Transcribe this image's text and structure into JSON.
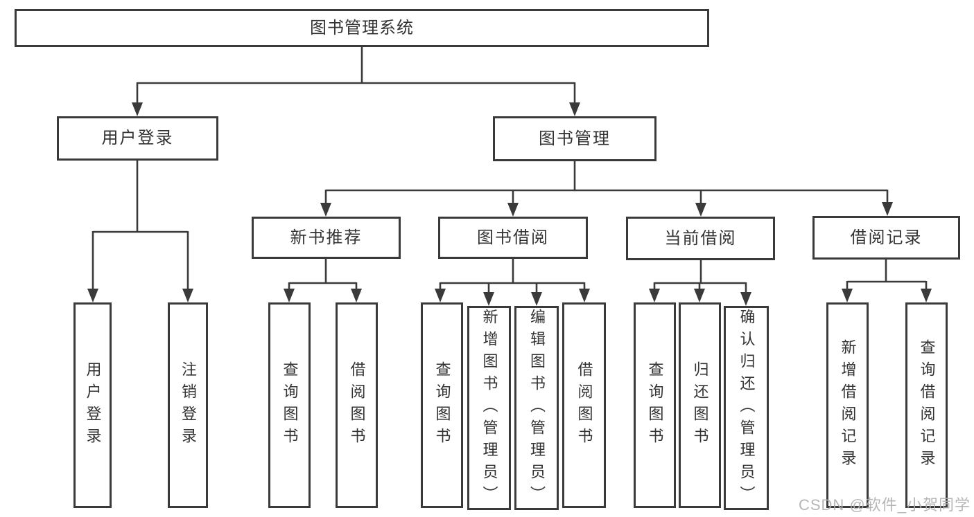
{
  "diagram": {
    "type": "hierarchy-tree",
    "root": {
      "label": "图书管理系统"
    },
    "level2": [
      {
        "id": "user-login",
        "label": "用户登录"
      },
      {
        "id": "book-management",
        "label": "图书管理"
      }
    ],
    "level3": [
      {
        "id": "new-book-recommend",
        "parent": "book-management",
        "label": "新书推荐"
      },
      {
        "id": "book-borrowing",
        "parent": "book-management",
        "label": "图书借阅"
      },
      {
        "id": "current-borrowing",
        "parent": "book-management",
        "label": "当前借阅"
      },
      {
        "id": "borrowing-records",
        "parent": "book-management",
        "label": "借阅记录"
      }
    ],
    "level4": [
      {
        "parent": "user-login",
        "label": "用户登录"
      },
      {
        "parent": "user-login",
        "label": "注销登录"
      },
      {
        "parent": "new-book-recommend",
        "label": "查询图书"
      },
      {
        "parent": "new-book-recommend",
        "label": "借阅图书"
      },
      {
        "parent": "book-borrowing",
        "label": "查询图书"
      },
      {
        "parent": "book-borrowing",
        "label": "新增图书（管理员）"
      },
      {
        "parent": "book-borrowing",
        "label": "编辑图书（管理员）"
      },
      {
        "parent": "book-borrowing",
        "label": "借阅图书"
      },
      {
        "parent": "current-borrowing",
        "label": "查询图书"
      },
      {
        "parent": "current-borrowing",
        "label": "归还图书"
      },
      {
        "parent": "current-borrowing",
        "label": "确认归还（管理员）"
      },
      {
        "parent": "borrowing-records",
        "label": "新增借阅记录"
      },
      {
        "parent": "borrowing-records",
        "label": "查询借阅记录"
      }
    ]
  },
  "watermark": {
    "text": "CSDN @软件_小贺同学"
  },
  "colors": {
    "line": "#3a3a3a",
    "text": "#333333",
    "background": "#ffffff",
    "watermark": "#b0b0b0"
  }
}
